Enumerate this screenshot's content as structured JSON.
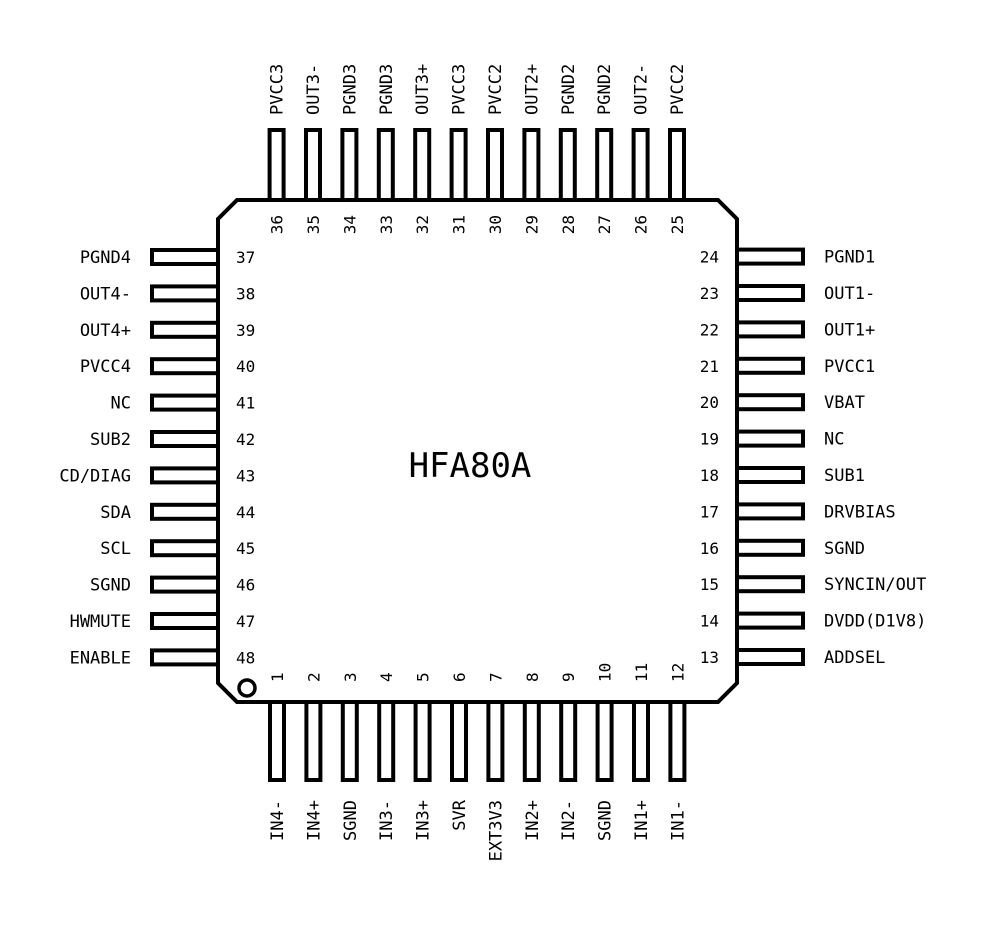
{
  "chip": {
    "name": "HFA80A",
    "colors": {
      "ink": "#000000",
      "paper": "#ffffff"
    },
    "pin1_marker": "circle",
    "pins": {
      "bottom": [
        {
          "num": "1",
          "name": "IN4-"
        },
        {
          "num": "2",
          "name": "IN4+"
        },
        {
          "num": "3",
          "name": "SGND"
        },
        {
          "num": "4",
          "name": "IN3-"
        },
        {
          "num": "5",
          "name": "IN3+"
        },
        {
          "num": "6",
          "name": "SVR"
        },
        {
          "num": "7",
          "name": "EXT3V3"
        },
        {
          "num": "8",
          "name": "IN2+"
        },
        {
          "num": "9",
          "name": "IN2-"
        },
        {
          "num": "10",
          "name": "SGND"
        },
        {
          "num": "11",
          "name": "IN1+"
        },
        {
          "num": "12",
          "name": "IN1-"
        }
      ],
      "right": [
        {
          "num": "13",
          "name": "ADDSEL"
        },
        {
          "num": "14",
          "name": "DVDD(D1V8)"
        },
        {
          "num": "15",
          "name": "SYNCIN/OUT"
        },
        {
          "num": "16",
          "name": "SGND"
        },
        {
          "num": "17",
          "name": "DRVBIAS"
        },
        {
          "num": "18",
          "name": "SUB1"
        },
        {
          "num": "19",
          "name": "NC"
        },
        {
          "num": "20",
          "name": "VBAT"
        },
        {
          "num": "21",
          "name": "PVCC1"
        },
        {
          "num": "22",
          "name": "OUT1+"
        },
        {
          "num": "23",
          "name": "OUT1-"
        },
        {
          "num": "24",
          "name": "PGND1"
        }
      ],
      "top": [
        {
          "num": "25",
          "name": "PVCC2"
        },
        {
          "num": "26",
          "name": "OUT2-"
        },
        {
          "num": "27",
          "name": "PGND2"
        },
        {
          "num": "28",
          "name": "PGND2"
        },
        {
          "num": "29",
          "name": "OUT2+"
        },
        {
          "num": "30",
          "name": "PVCC2"
        },
        {
          "num": "31",
          "name": "PVCC3"
        },
        {
          "num": "32",
          "name": "OUT3+"
        },
        {
          "num": "33",
          "name": "PGND3"
        },
        {
          "num": "34",
          "name": "PGND3"
        },
        {
          "num": "35",
          "name": "OUT3-"
        },
        {
          "num": "36",
          "name": "PVCC3"
        }
      ],
      "left": [
        {
          "num": "37",
          "name": "PGND4"
        },
        {
          "num": "38",
          "name": "OUT4-"
        },
        {
          "num": "39",
          "name": "OUT4+"
        },
        {
          "num": "40",
          "name": "PVCC4"
        },
        {
          "num": "41",
          "name": "NC"
        },
        {
          "num": "42",
          "name": "SUB2"
        },
        {
          "num": "43",
          "name": "CD/DIAG"
        },
        {
          "num": "44",
          "name": "SDA"
        },
        {
          "num": "45",
          "name": "SCL"
        },
        {
          "num": "46",
          "name": "SGND"
        },
        {
          "num": "47",
          "name": "HWMUTE"
        },
        {
          "num": "48",
          "name": "ENABLE"
        }
      ]
    }
  }
}
